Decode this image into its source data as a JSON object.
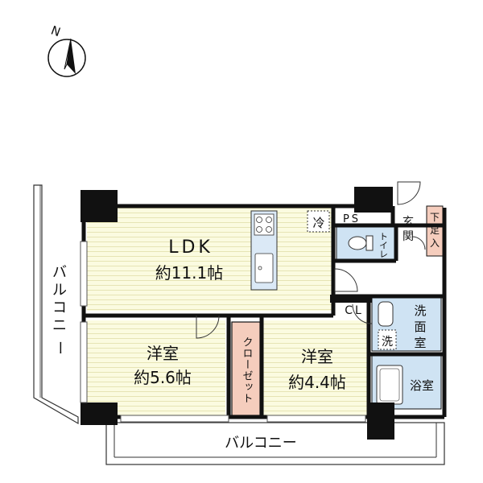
{
  "compass": {
    "north_label": "N"
  },
  "rooms": {
    "ldk": {
      "name": "LDK",
      "size": "約11.1帖"
    },
    "western1": {
      "name": "洋室",
      "size": "約5.6帖"
    },
    "western2": {
      "name": "洋室",
      "size": "約4.4帖"
    },
    "closet": "クローゼット",
    "washroom": [
      "洗",
      "面",
      "室"
    ],
    "bathroom": "浴室",
    "toilet": "トイレ",
    "entrance": [
      "玄",
      "関"
    ],
    "shoe_storage": [
      "下",
      "足",
      "入"
    ],
    "ps": "PS",
    "cl": "CL",
    "fridge": "冷",
    "washer": "洗"
  },
  "balcony": {
    "left": [
      "バ",
      "ル",
      "コ",
      "ニ",
      "ー"
    ],
    "bottom": "バルコニー"
  },
  "colors": {
    "floor_wood": "#fbfbe0",
    "floor_lines": "#e7e5b8",
    "wet_area": "#cfe3f3",
    "closet": "#f5cdbd",
    "shoe_storage": "#f5cdbd",
    "wall": "#111111"
  }
}
